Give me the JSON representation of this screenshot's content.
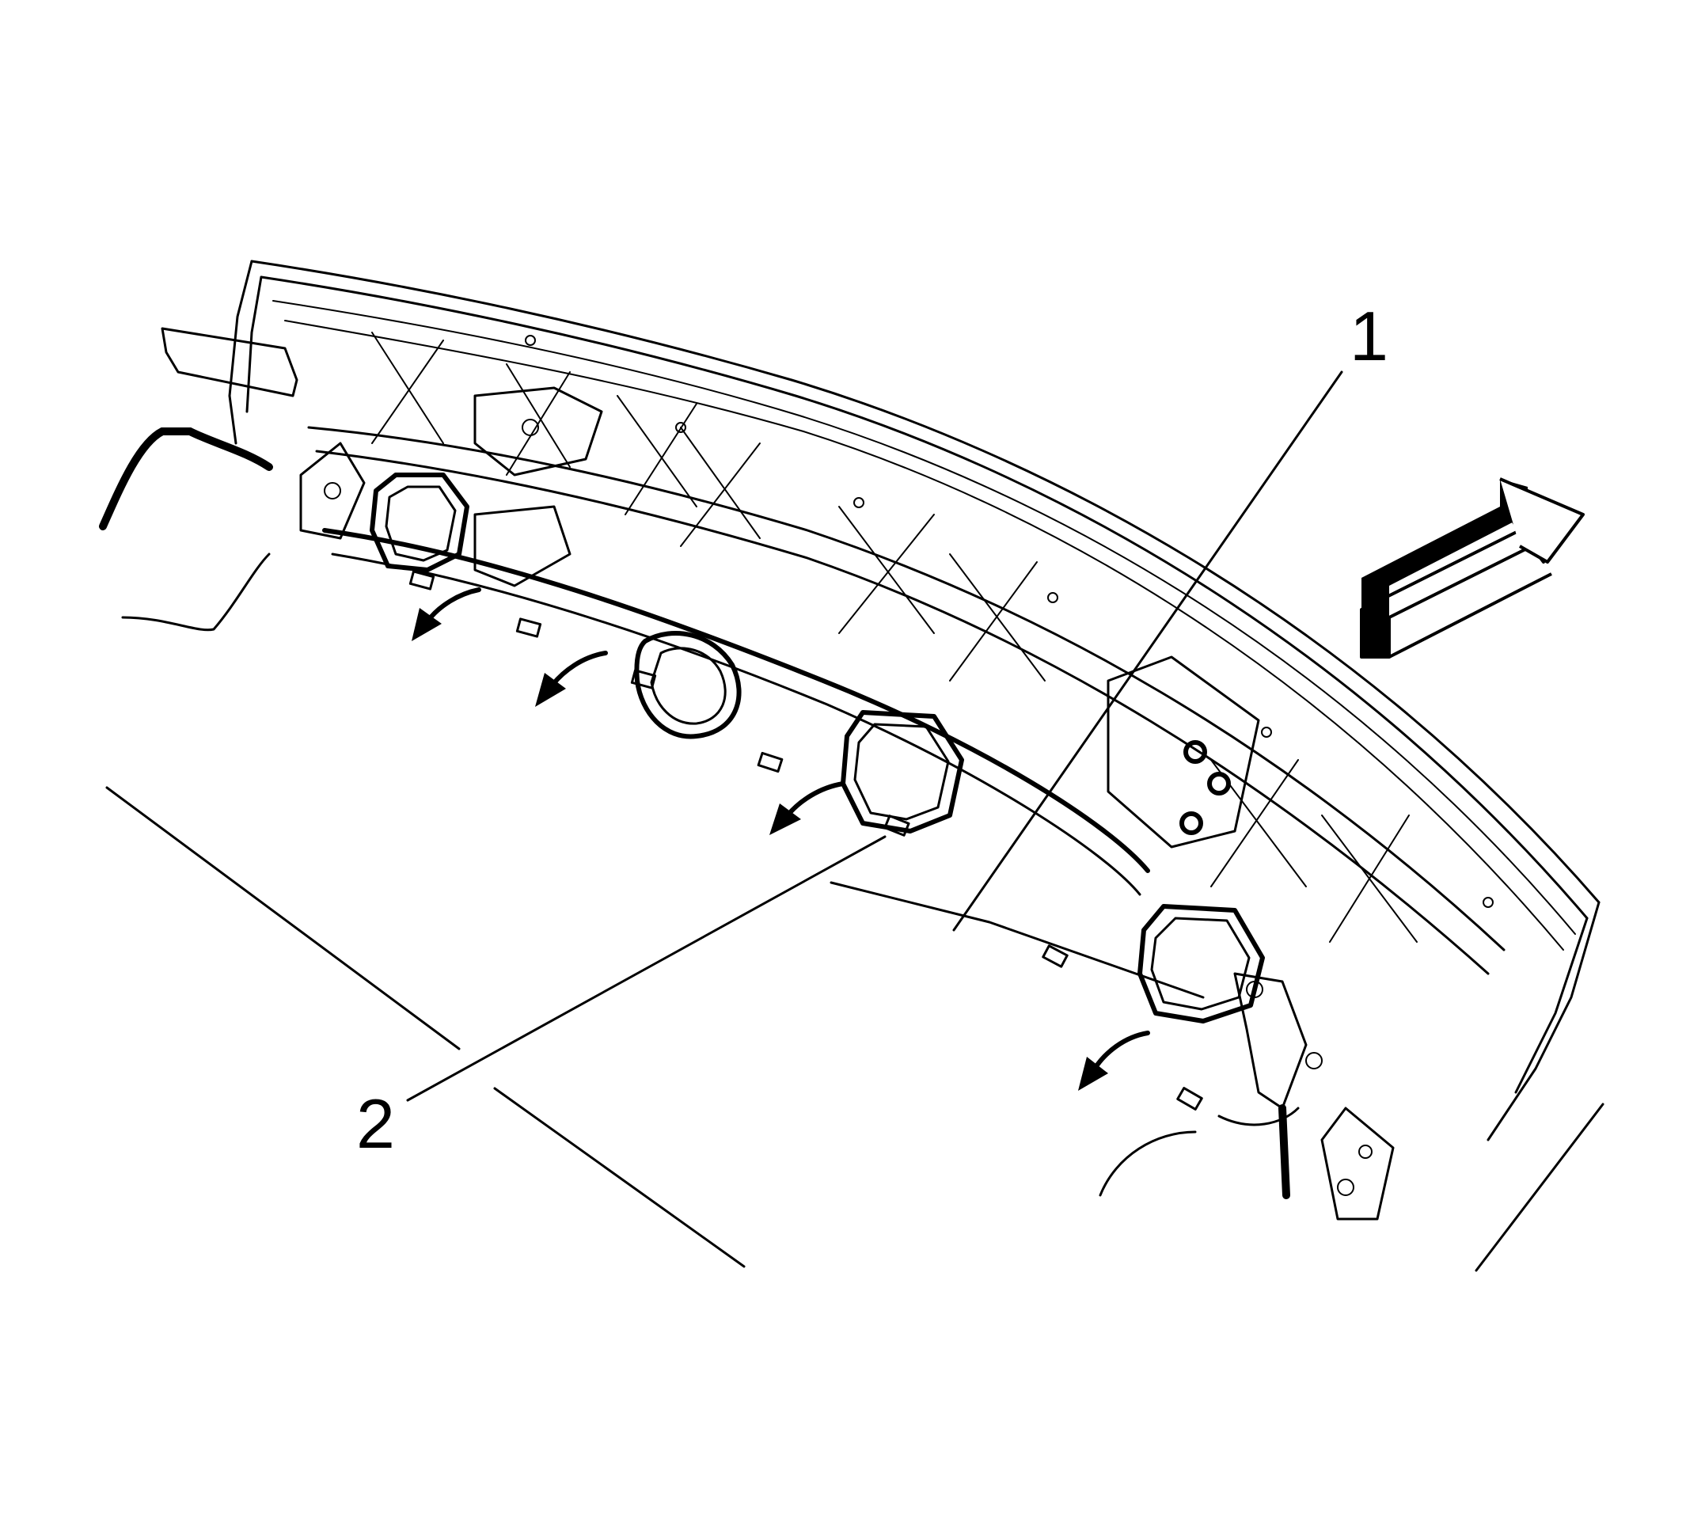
{
  "diagram": {
    "callouts": [
      {
        "id": "1",
        "label": "1"
      },
      {
        "id": "2",
        "label": "2"
      }
    ],
    "icons": {
      "direction": "forward-arrow-icon",
      "removal": "curved-arrow-icon"
    }
  }
}
